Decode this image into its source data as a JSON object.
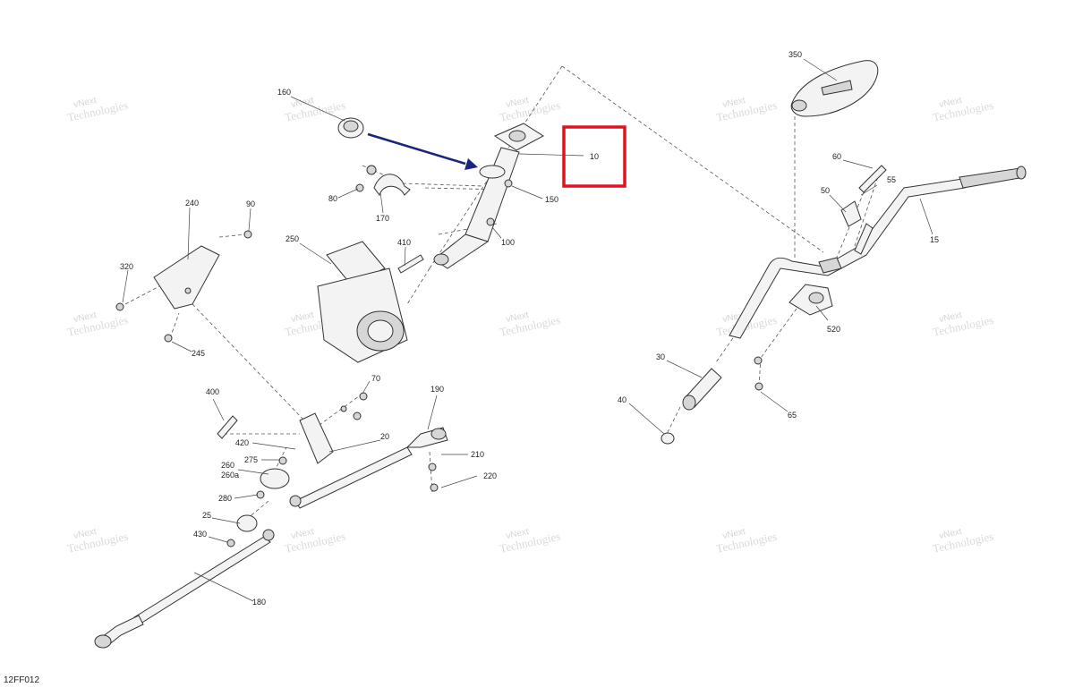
{
  "drawing_code": "12FF012",
  "watermark": {
    "line1": "vNext",
    "line2": "Technologies",
    "full": "vNext Technologies"
  },
  "highlight": {
    "part_number": "10",
    "color": "#e0141e"
  },
  "arrow_color": "#1a237e",
  "part_labels": {
    "p160": "160",
    "p10": "10",
    "p80": "80",
    "p170": "170",
    "p150": "150",
    "p240": "240",
    "p90": "90",
    "p250": "250",
    "p410": "410",
    "p100": "100",
    "p320": "320",
    "p245": "245",
    "p400": "400",
    "p70": "70",
    "p190": "190",
    "p420": "420",
    "p20": "20",
    "p275": "275",
    "p260": "260",
    "p260a": "260a",
    "p210": "210",
    "p220": "220",
    "p280": "280",
    "p25": "25",
    "p430": "430",
    "p180": "180",
    "p350": "350",
    "p60": "60",
    "p50": "50",
    "p55": "55",
    "p15": "15",
    "p520": "520",
    "p30": "30",
    "p40": "40",
    "p65": "65"
  }
}
